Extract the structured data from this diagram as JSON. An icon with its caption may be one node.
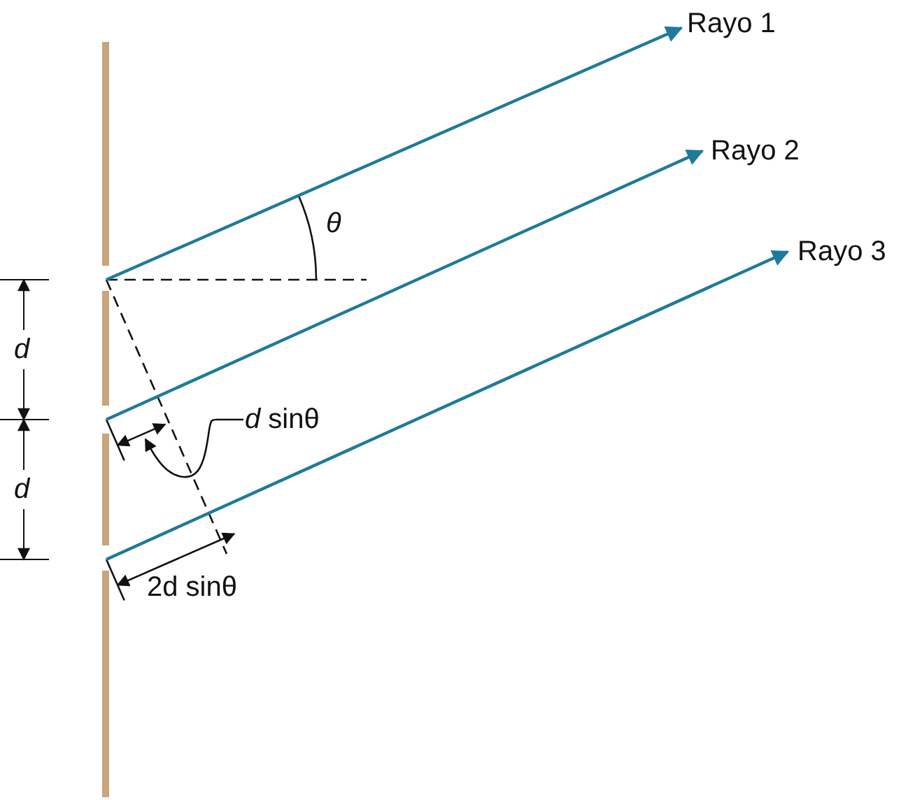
{
  "diagram": {
    "nodes": [
      {
        "text": [
          "Rayo 1"
        ]
      },
      {
        "text": [
          "Rayo 2"
        ]
      },
      {
        "text": [
          "Rayo 3"
        ]
      },
      {
        "text": [
          "*d* sinθ"
        ]
      }
    ],
    "edges": [
      {
        "from": null,
        "to": 0,
        "arrow": "to"
      },
      {
        "from": null,
        "to": 1,
        "arrow": "to"
      },
      {
        "from": null,
        "to": 2,
        "arrow": "to"
      },
      {
        "from": 3,
        "to": null,
        "arrow": "to",
        "color": "#111111"
      }
    ],
    "labels": [
      "θ",
      "d",
      "d",
      "2d sinθ"
    ]
  }
}
